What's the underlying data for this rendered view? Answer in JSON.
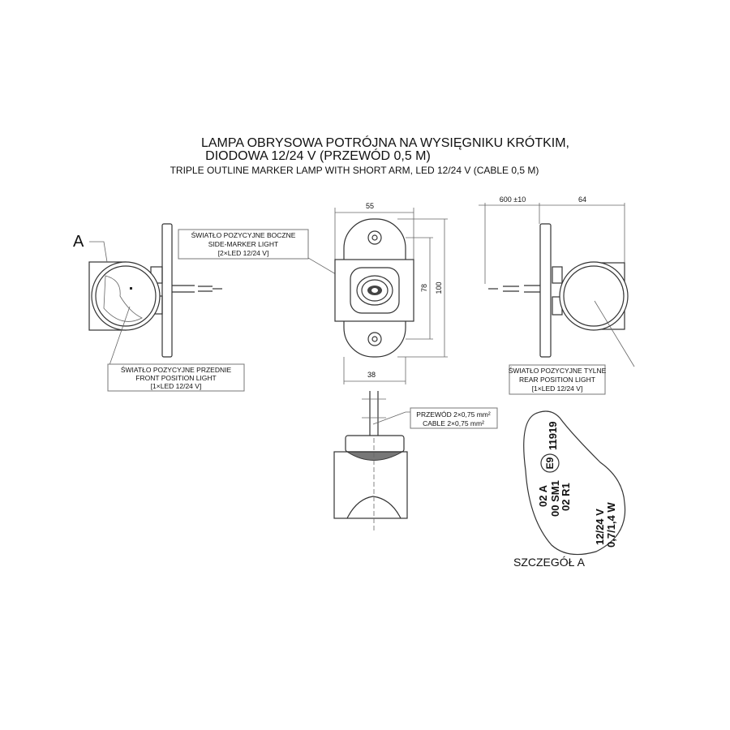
{
  "title": {
    "line1": "LAMPA OBRYSOWA POTRÓJNA    NA WYSIĘGNIKU KRÓTKIM,",
    "line2": "DIODOWA 12/24 V (PRZEWÓD 0,5 M)",
    "line3": "TRIPLE OUTLINE MARKER LAMP    WITH SHORT ARM, LED 12/24 V (CABLE 0,5 M)"
  },
  "detail_marker": "A",
  "labels": {
    "side_marker": [
      "ŚWIATŁO POZYCYJNE BOCZNE",
      "SIDE-MARKER LIGHT",
      "[2×LED 12/24 V]"
    ],
    "front_position": [
      "ŚWIATŁO POZYCYJNE PRZEDNIE",
      "FRONT POSITION LIGHT",
      "[1×LED 12/24 V]"
    ],
    "rear_position": [
      "ŚWIATŁO POZYCYJNE TYLNE",
      "REAR POSITION LIGHT",
      "[1×LED 12/24 V]"
    ],
    "cable": [
      "PRZEWÓD 2×0,75 mm²",
      "CABLE 2×0,75 mm²"
    ]
  },
  "dimensions": {
    "width_top": "55",
    "height_inner": "78",
    "height_outer": "100",
    "width_bottom": "38",
    "cable_length": "600 ±10",
    "arm_length": "64"
  },
  "detail_a": {
    "caption": "SZCZEGÓŁ A",
    "approval_mark": "E9",
    "approval_number": "11919",
    "code1": "02 A",
    "code2": "00 SM1",
    "code3": "02 R1",
    "voltage": "12/24 V",
    "power": "0,7/1,4 W"
  }
}
